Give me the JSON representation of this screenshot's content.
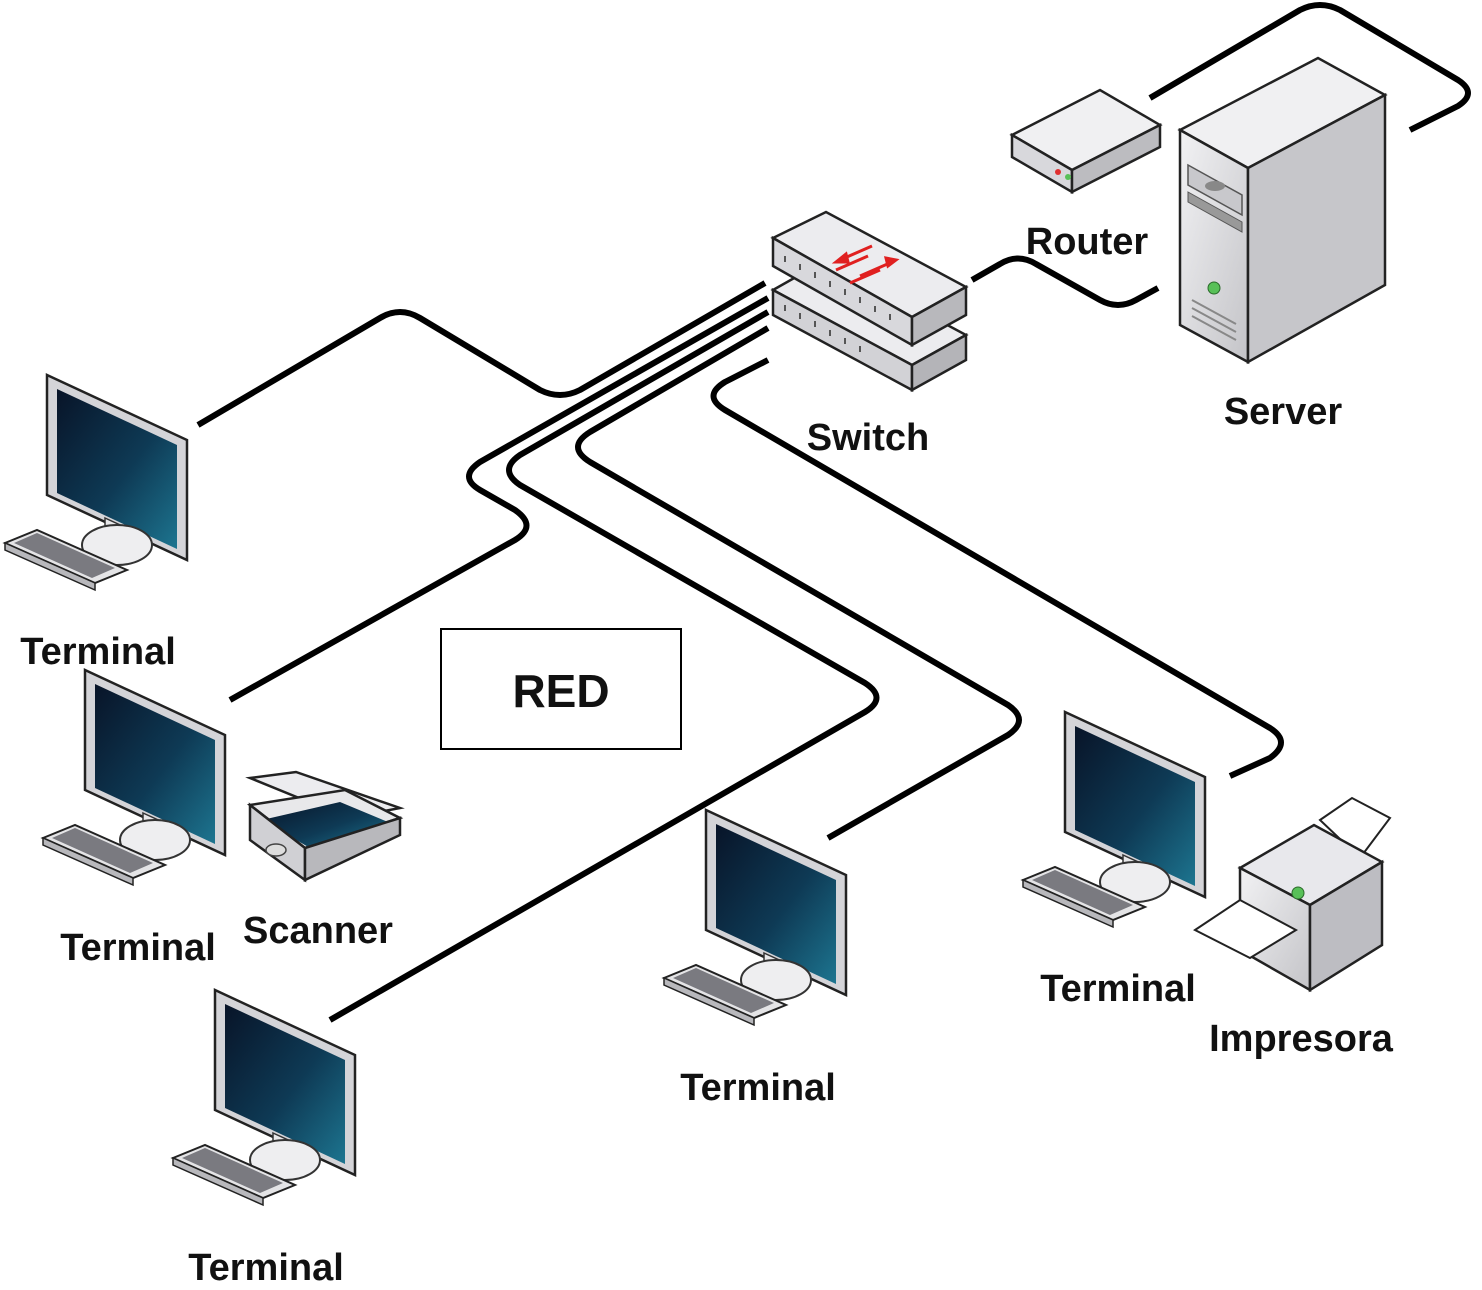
{
  "title": "RED",
  "devices": {
    "router": "Router",
    "server": "Server",
    "switch": "Switch",
    "scanner": "Scanner",
    "printer": "Impresora",
    "terminal_1": "Terminal",
    "terminal_2": "Terminal",
    "terminal_3": "Terminal",
    "terminal_4": "Terminal",
    "terminal_5": "Terminal"
  },
  "icons": {
    "terminal": "desktop-computer-icon",
    "router": "router-icon",
    "server": "server-tower-icon",
    "switch": "network-switch-icon",
    "scanner": "flatbed-scanner-icon",
    "printer": "printer-icon"
  },
  "colors": {
    "cable": "#000000",
    "screen_dark": "#0a1a30",
    "screen_light": "#1a6a86",
    "device_gray": "#d8d8da",
    "switch_arrows": "#e02020",
    "led_green": "#58c058"
  }
}
